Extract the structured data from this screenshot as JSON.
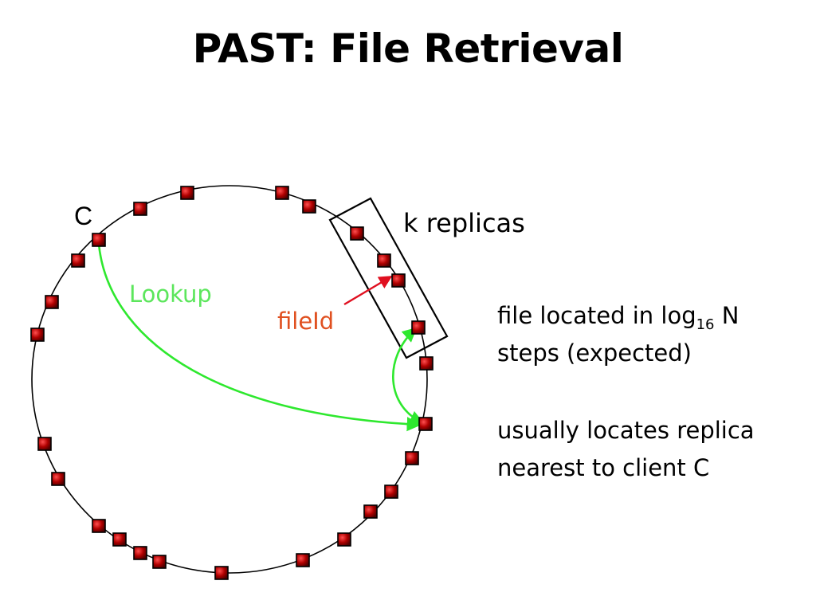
{
  "slide": {
    "title": "PAST: File Retrieval"
  },
  "diagram": {
    "client_label": "C",
    "replicas_label": "k replicas",
    "lookup_label": "Lookup",
    "fileid_label": "fileId",
    "colors": {
      "ring": "#000000",
      "node_fill": "#8b0000",
      "node_border": "#000000",
      "lookup_arrow": "#2ee82e",
      "fileid_arrow": "#e01020",
      "fileid_text": "#e05020",
      "lookup_text": "#5ce65c"
    }
  },
  "description": {
    "line1_pre": "file located in log",
    "line1_sub": "16",
    "line1_post": " N",
    "line2": "steps (expected)",
    "line3": "usually locates replica",
    "line4": "nearest to client C"
  }
}
